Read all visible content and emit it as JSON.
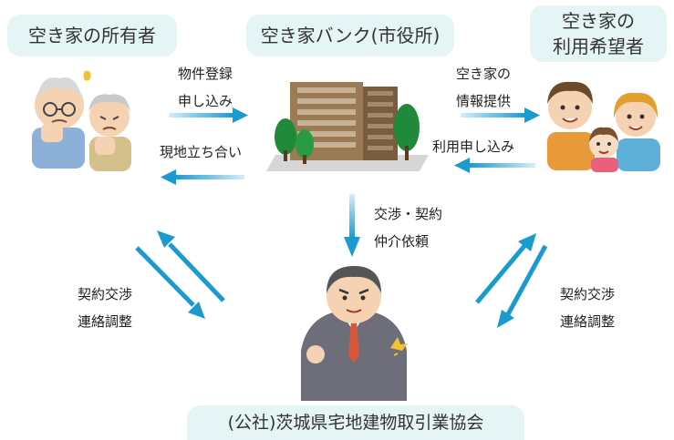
{
  "nodes": {
    "owner": "空き家の所有者",
    "bank": "空き家バンク(市役所)",
    "user": "空き家の\n利用希望者",
    "assoc": "(公社)茨城県宅地建物取引業協会"
  },
  "flows": {
    "owner_to_bank": "物件登録\n申し込み",
    "bank_to_owner": "現地立ち合い",
    "bank_to_user": "空き家の\n情報提供",
    "user_to_bank": "利用申し込み",
    "bank_to_assoc": "交渉・契約\n仲介依頼",
    "owner_assoc": "契約交渉\n連絡調整",
    "user_assoc": "契約交渉\n連絡調整"
  },
  "colors": {
    "arrow": "#1b9ad0",
    "box": "#e5f4f4",
    "building": "#8a6a4a",
    "tree": "#1f8a3a"
  }
}
